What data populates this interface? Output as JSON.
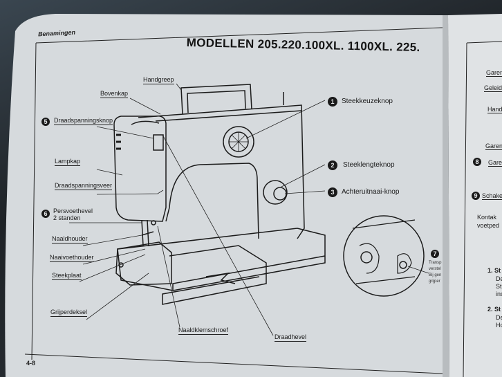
{
  "left_page": {
    "section": "Benamingen",
    "title": "MODELLEN 205.220.100XL. 1100XL. 225.",
    "page_number": "4-8",
    "labels": {
      "handgreep": "Handgreep",
      "bovenkap": "Bovenkap",
      "draadspanningsknop": "Draadspanningsknop",
      "lampkap": "Lampkap",
      "draadspanningsveer": "Draadspanningsveer",
      "persvoethevel_1": "Persvoethevel",
      "persvoethevel_2": "2 standen",
      "naaldhouder": "Naaldhouder",
      "naaivoethouder": "Naaivoethouder",
      "steekplaat": "Steekplaat",
      "grijperdeksel": "Grijperdeksel",
      "naaldklemschroef": "Naaldklemschroef",
      "draadhevel": "Draadhevel",
      "steekkeuzeknop": "Steekkeuzeknop",
      "steeklengteknop": "Steeklengteknop",
      "achteruitnaaiknop": "Achteruitnaai-knop",
      "transport_1": "Transp",
      "transport_2": "verstel",
      "transport_3": "Bij gen",
      "transport_4": "grijper"
    },
    "numbers": {
      "n1": "1",
      "n2": "2",
      "n3": "3",
      "n5": "5",
      "n6": "6",
      "n7": "7"
    }
  },
  "right_page": {
    "labels": [
      "Garen",
      "Geleid",
      "Hand",
      "Garen",
      "Garen",
      "Schake",
      "Kontak",
      "voetped"
    ],
    "numbers": {
      "n8": "8",
      "n9": "9"
    },
    "steps": [
      {
        "title": "1. St",
        "lines": [
          "De",
          "St",
          "ins"
        ]
      },
      {
        "title": "2. St",
        "lines": [
          "De",
          "Ho"
        ]
      }
    ]
  },
  "colors": {
    "paper": "#d9dde0",
    "ink": "#1a1a1a",
    "background": "#262b30"
  }
}
